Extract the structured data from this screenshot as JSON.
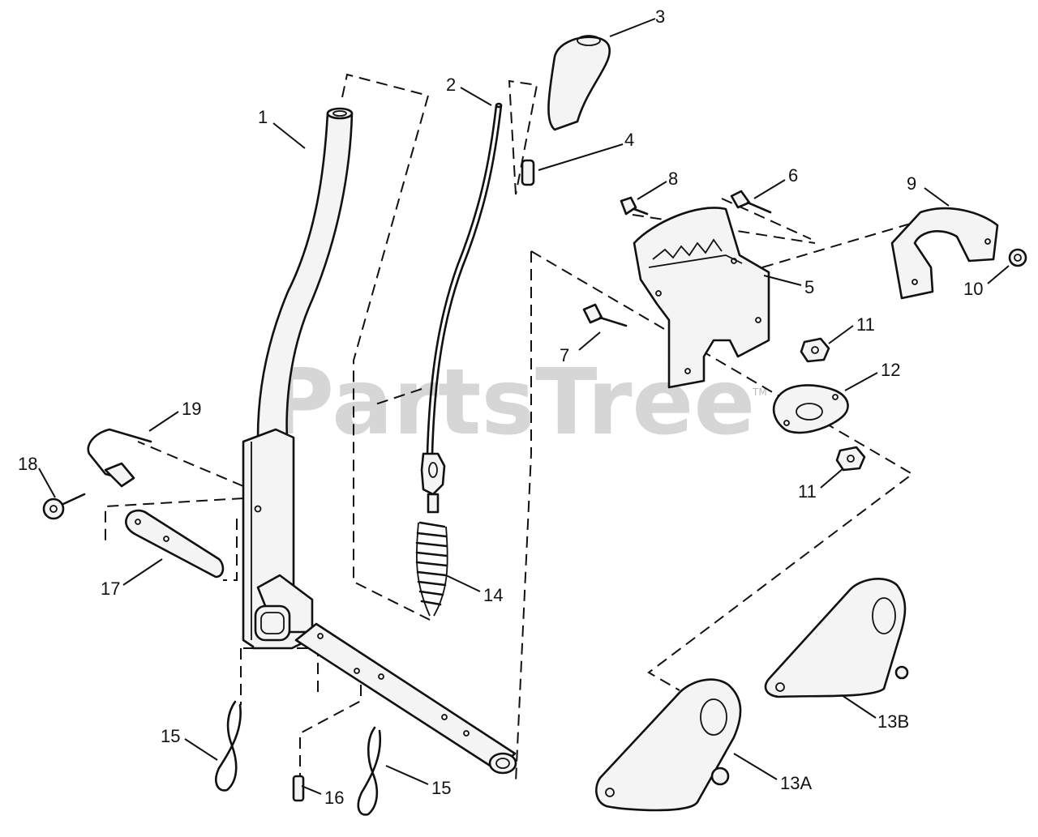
{
  "watermark": {
    "brand": "PartsTree",
    "mark": "TM"
  },
  "callouts": {
    "c1": "1",
    "c2": "2",
    "c3": "3",
    "c4": "4",
    "c5": "5",
    "c6": "6",
    "c7": "7",
    "c8": "8",
    "c9": "9",
    "c10": "10",
    "c11a": "11",
    "c11b": "11",
    "c12": "12",
    "c13a": "13A",
    "c13b": "13B",
    "c14": "14",
    "c15a": "15",
    "c15b": "15",
    "c16": "16",
    "c17": "17",
    "c18": "18",
    "c19": "19"
  }
}
